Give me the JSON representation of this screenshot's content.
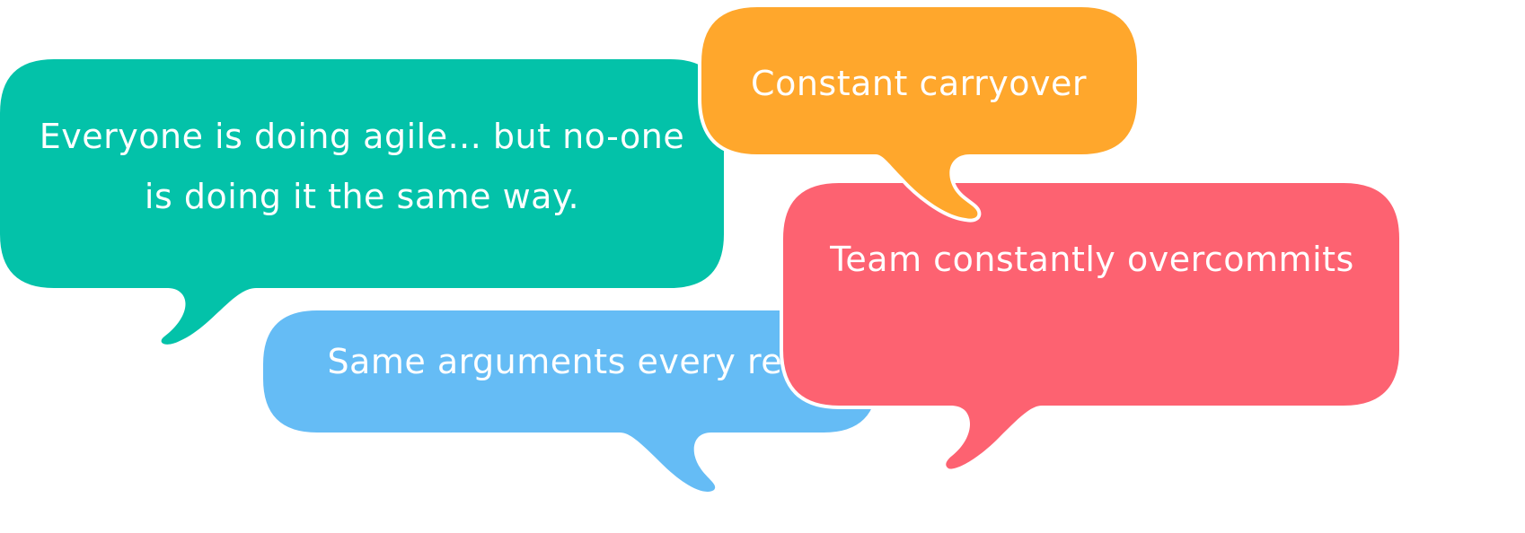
{
  "colors": {
    "teal": "#03C2A9",
    "orange": "#FFA72C",
    "red": "#FD6271",
    "blue": "#65BCF5"
  },
  "bubbles": {
    "agile": {
      "line1": "Everyone is doing agile... but no-one",
      "line2": "is doing it the same way."
    },
    "carryover": {
      "text": "Constant carryover"
    },
    "overcommits": {
      "text": "Team constantly overcommits"
    },
    "retro": {
      "text": "Same arguments every retro"
    }
  }
}
